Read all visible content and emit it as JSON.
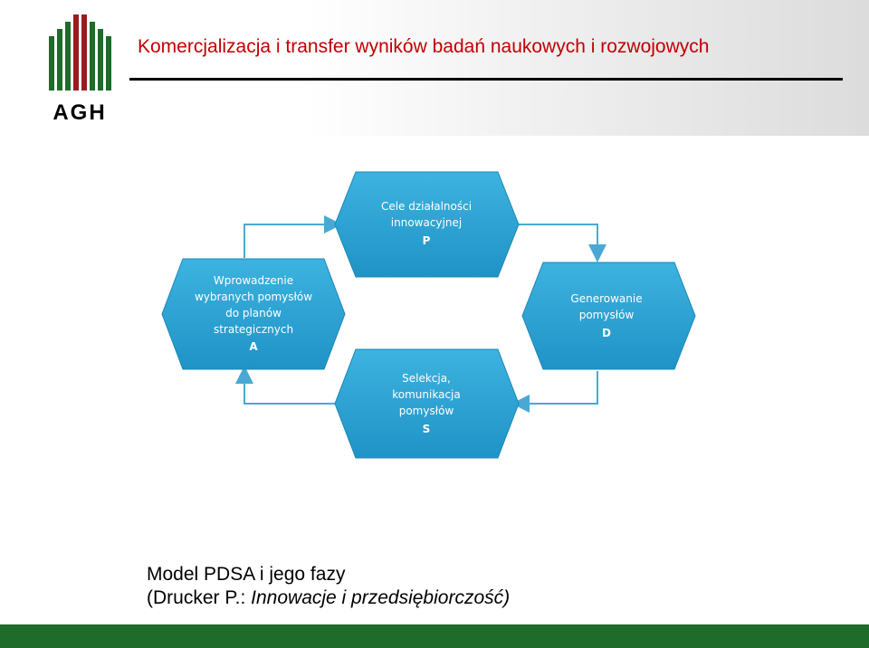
{
  "header": {
    "title": "Komercjalizacja i transfer wyników badań naukowych i rozwojowych",
    "logo_text": "AGH",
    "logo_colors": {
      "green": "#1e6b2a",
      "red": "#9b1b20"
    }
  },
  "diagram": {
    "hexagons": [
      {
        "id": "P",
        "lines": [
          "Cele działalności",
          "innowacyjnej"
        ],
        "letter": "P"
      },
      {
        "id": "D",
        "lines": [
          "Generowanie",
          "pomysłów"
        ],
        "letter": "D"
      },
      {
        "id": "S",
        "lines": [
          "Selekcja,",
          "komunikacja",
          "pomysłów"
        ],
        "letter": "S"
      },
      {
        "id": "A",
        "lines": [
          "Wprowadzenie",
          "wybranych pomysłów",
          "do planów",
          "strategicznych"
        ],
        "letter": "A"
      }
    ],
    "colors": {
      "hex_fill": "#2aa6d6",
      "hex_dark": "#1c87b5",
      "arrow": "#4aa9d4"
    }
  },
  "caption": {
    "line1": "Model PDSA i jego fazy",
    "line2_prefix": "(Drucker P.: ",
    "line2_italic": "Innowacje i przedsiębiorczość)"
  },
  "footer": {
    "color": "#1e6b2a"
  }
}
